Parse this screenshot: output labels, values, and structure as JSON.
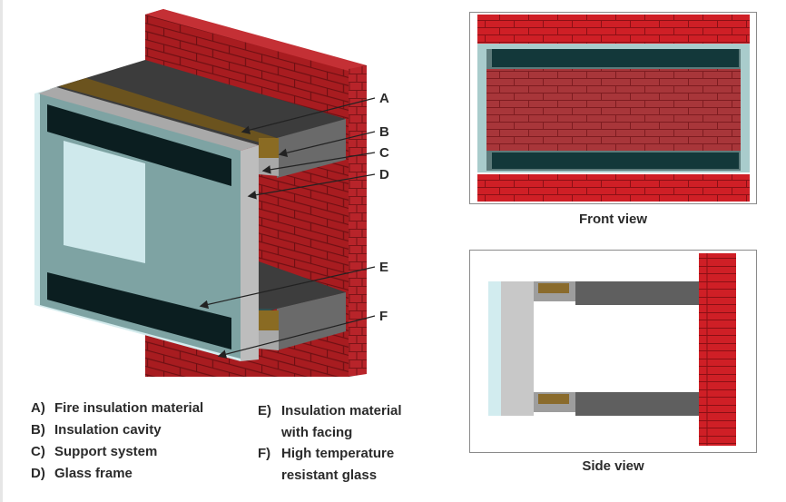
{
  "diagram": {
    "callouts": [
      "A",
      "B",
      "C",
      "D",
      "E",
      "F"
    ],
    "legend": [
      {
        "key": "A)",
        "label": "Fire insulation material"
      },
      {
        "key": "B)",
        "label": "Insulation cavity"
      },
      {
        "key": "C)",
        "label": "Support system"
      },
      {
        "key": "D)",
        "label": "Glass frame"
      },
      {
        "key": "E)",
        "label": "Insulation material",
        "label2": "with facing"
      },
      {
        "key": "F)",
        "label": "High temperature",
        "label2": "resistant glass"
      }
    ],
    "views": {
      "front": "Front view",
      "side": "Side view"
    },
    "colors": {
      "brick": "#a81c20",
      "brick_mortar": "#6e1013",
      "brick_bright": "#cf1f26",
      "insulation": "#7a5a1c",
      "cavity_dark": "#3c3c3c",
      "support_gray": "#6a6a6a",
      "frame_gray": "#bdbdbd",
      "glass": "#cfe9ec",
      "glass_frame": "#7ea3a3",
      "dark_teal": "#0b1e20"
    }
  }
}
